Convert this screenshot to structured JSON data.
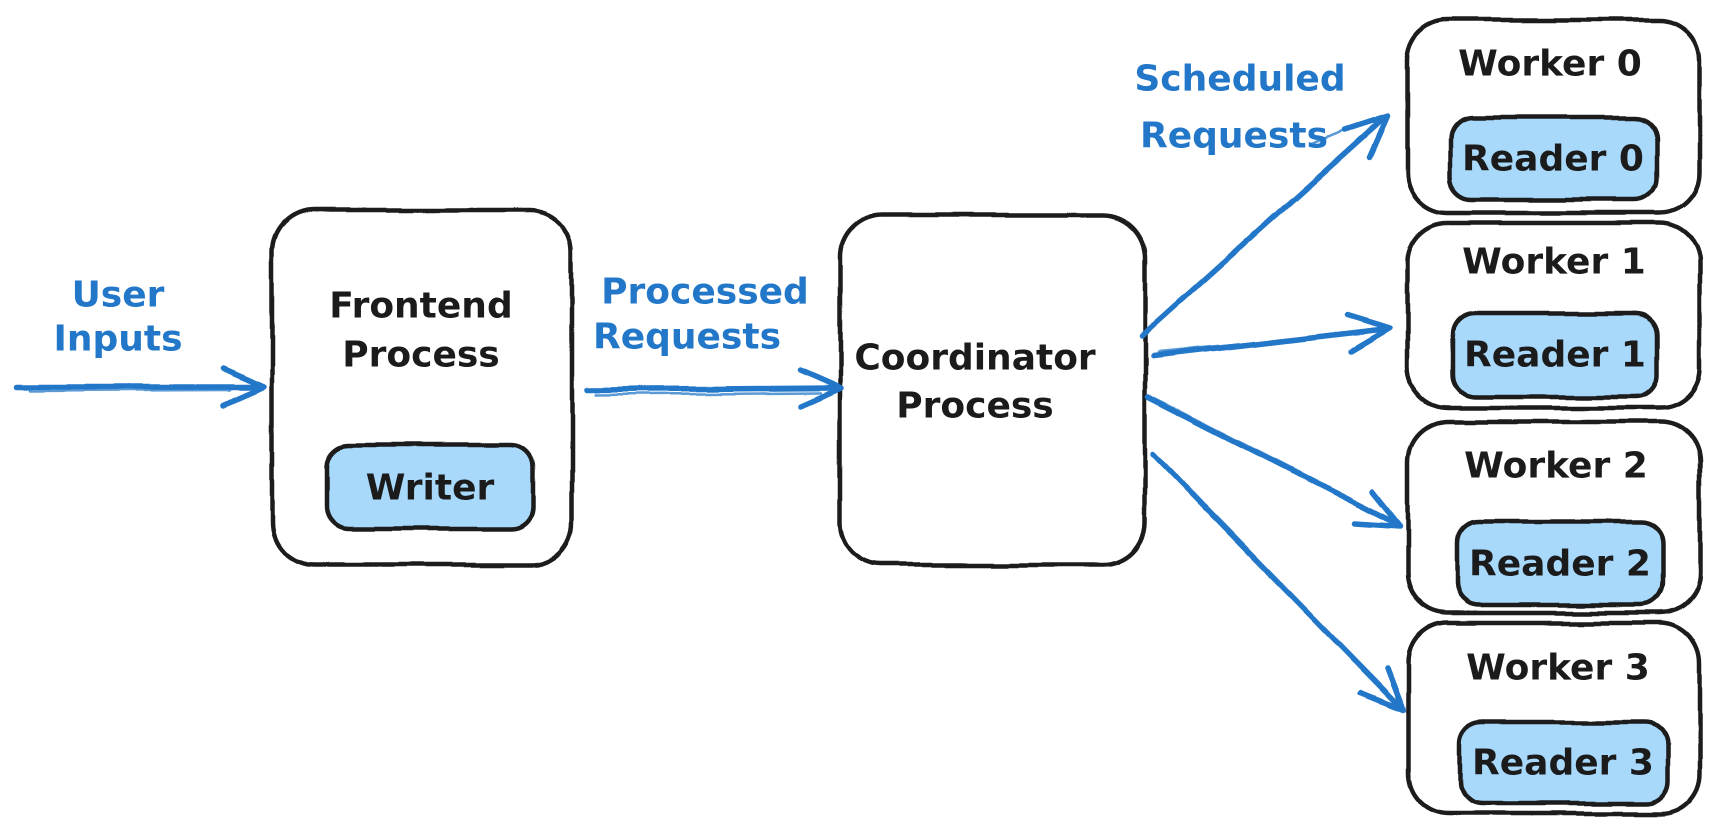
{
  "diagram": {
    "labels": {
      "user_inputs": {
        "line1": "User",
        "line2": "Inputs"
      },
      "processed_requests": {
        "line1": "Processed",
        "line2": "Requests"
      },
      "scheduled_requests": {
        "line1": "Scheduled",
        "line2": "Requests"
      }
    },
    "nodes": {
      "frontend": {
        "line1": "Frontend",
        "line2": "Process",
        "child": "Writer"
      },
      "coordinator": {
        "line1": "Coordinator",
        "line2": "Process"
      },
      "workers": [
        {
          "label": "Worker 0",
          "reader": "Reader 0"
        },
        {
          "label": "Worker 1",
          "reader": "Reader 1"
        },
        {
          "label": "Worker 2",
          "reader": "Reader 2"
        },
        {
          "label": "Worker 3",
          "reader": "Reader 3"
        }
      ]
    },
    "colors": {
      "ink": "#1b1b1b",
      "blue": "#2277c8",
      "blue_fill": "#a8d9fb",
      "background": "#ffffff"
    }
  }
}
